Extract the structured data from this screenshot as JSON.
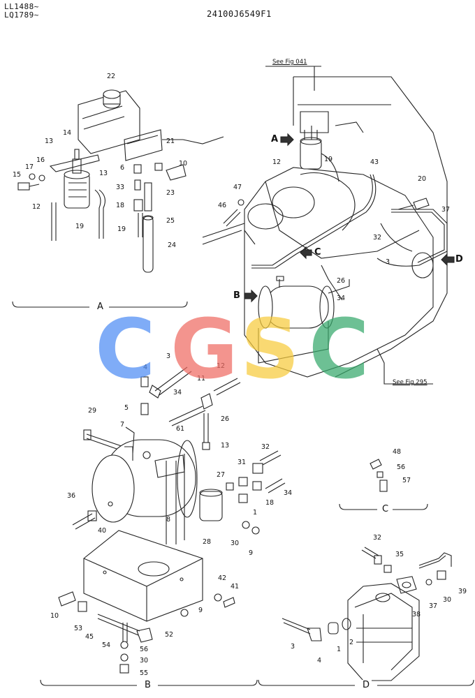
{
  "header": {
    "serial_line_1": "LL1488~",
    "serial_line_2": "LQ1789~",
    "part_number": "24100J6549F1"
  },
  "references": {
    "fig_top": "See Fig 041",
    "fig_right": "See Fig 295"
  },
  "sections": {
    "a": "A",
    "b": "B",
    "c": "C",
    "d": "D"
  },
  "view_markers": {
    "a": "A",
    "b": "B",
    "c": "C",
    "d": "D"
  },
  "watermark": {
    "letters": [
      "C",
      "G",
      "S",
      "C"
    ],
    "colors": [
      "#4f8df5",
      "#ef6b63",
      "#f7cb3d",
      "#36a96b"
    ]
  },
  "callouts": {
    "a": [
      "22",
      "14",
      "13",
      "17",
      "16",
      "15",
      "12",
      "19",
      "13",
      "21",
      "10",
      "6",
      "33",
      "23",
      "18",
      "25",
      "19",
      "24"
    ],
    "main": [
      "47",
      "46",
      "12",
      "19",
      "43",
      "20",
      "37",
      "32",
      "3",
      "26",
      "34"
    ],
    "b": [
      "4",
      "3",
      "12",
      "11",
      "5",
      "34",
      "26",
      "29",
      "7",
      "61",
      "13",
      "32",
      "31",
      "27",
      "18",
      "34",
      "1",
      "36",
      "8",
      "28",
      "30",
      "9",
      "40",
      "42",
      "41",
      "10",
      "53",
      "9",
      "45",
      "54",
      "52",
      "56",
      "30",
      "55"
    ],
    "c": [
      "48",
      "56",
      "57"
    ],
    "d": [
      "32",
      "35",
      "39",
      "30",
      "37",
      "38",
      "2",
      "3",
      "4",
      "1"
    ]
  }
}
